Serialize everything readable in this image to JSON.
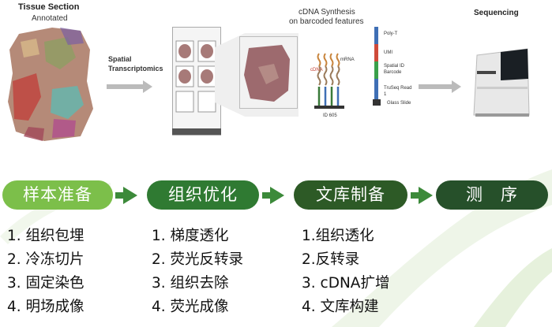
{
  "top": {
    "tissue_title": "Tissue Section",
    "tissue_sub": "Annotated",
    "spatial_label_1": "Spatial",
    "spatial_label_2": "Transcriptomics",
    "cdna_title_1": "cDNA Synthesis",
    "cdna_title_2": "on barcoded features",
    "cdna_label": "cDNA",
    "mrna_label": "mRNA",
    "id_label": "ID 605",
    "barcode_parts": [
      "Poly-T",
      "UMI",
      "Spatial ID Barcode",
      "TruSeq Read 1",
      "Glass Slide"
    ],
    "sequencing_title": "Sequencing"
  },
  "steps": [
    {
      "label": "样本准备",
      "color": "#7cbf4a",
      "items": [
        "1. 组织包埋",
        "2. 冷冻切片",
        "3. 固定染色",
        "4. 明场成像"
      ]
    },
    {
      "label": "组织优化",
      "color": "#2f7a32",
      "items": [
        "1. 梯度透化",
        "2. 荧光反转录",
        "3. 组织去除",
        "4. 荧光成像"
      ]
    },
    {
      "label": "文库制备",
      "color": "#2d5a26",
      "items": [
        "1.组织透化",
        "2.反转录",
        "3. cDNA扩增",
        "4. 文库构建"
      ]
    },
    {
      "label": "测　序",
      "color": "#26502a",
      "items": []
    }
  ],
  "colors": {
    "arrow_green": "#3c8a3a",
    "light_green": "#e3efd8",
    "barcode_blue": "#3f6fb5",
    "barcode_green": "#3aa04a",
    "barcode_red": "#cf4a3a"
  }
}
